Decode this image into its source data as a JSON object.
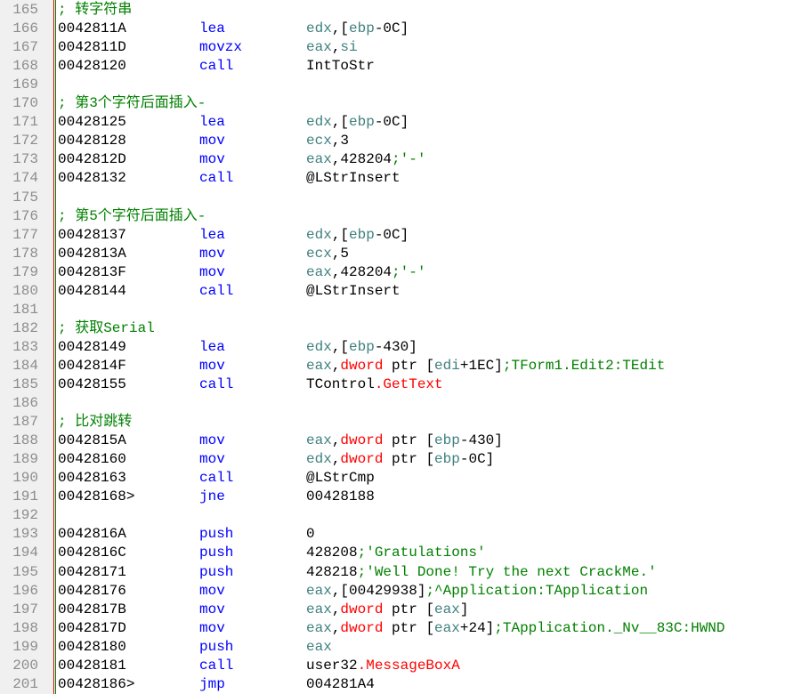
{
  "lines": [
    {
      "n": "165",
      "comment": "; 转字符串"
    },
    {
      "n": "166",
      "addr": "0042811A",
      "mn": "lea",
      "ops": [
        [
          "r",
          "edx"
        ],
        [
          "p",
          ",["
        ],
        [
          "r",
          "ebp"
        ],
        [
          "p",
          "-0C]"
        ]
      ]
    },
    {
      "n": "167",
      "addr": "0042811D",
      "mn": "movzx",
      "ops": [
        [
          "r",
          "eax"
        ],
        [
          "p",
          ","
        ],
        [
          "r",
          "si"
        ]
      ]
    },
    {
      "n": "168",
      "addr": "00428120",
      "mn": "call",
      "ops": [
        [
          "p",
          "IntToStr"
        ]
      ]
    },
    {
      "n": "169"
    },
    {
      "n": "170",
      "comment": "; 第3个字符后面插入-"
    },
    {
      "n": "171",
      "addr": "00428125",
      "mn": "lea",
      "ops": [
        [
          "r",
          "edx"
        ],
        [
          "p",
          ",["
        ],
        [
          "r",
          "ebp"
        ],
        [
          "p",
          "-0C]"
        ]
      ]
    },
    {
      "n": "172",
      "addr": "00428128",
      "mn": "mov",
      "ops": [
        [
          "r",
          "ecx"
        ],
        [
          "p",
          ",3"
        ]
      ]
    },
    {
      "n": "173",
      "addr": "0042812D",
      "mn": "mov",
      "ops": [
        [
          "r",
          "eax"
        ],
        [
          "p",
          ",428204"
        ],
        [
          "c",
          ";'-'"
        ]
      ]
    },
    {
      "n": "174",
      "addr": "00428132",
      "mn": "call",
      "ops": [
        [
          "p",
          "@LStrInsert"
        ]
      ]
    },
    {
      "n": "175"
    },
    {
      "n": "176",
      "comment": "; 第5个字符后面插入-"
    },
    {
      "n": "177",
      "addr": "00428137",
      "mn": "lea",
      "ops": [
        [
          "r",
          "edx"
        ],
        [
          "p",
          ",["
        ],
        [
          "r",
          "ebp"
        ],
        [
          "p",
          "-0C]"
        ]
      ]
    },
    {
      "n": "178",
      "addr": "0042813A",
      "mn": "mov",
      "ops": [
        [
          "r",
          "ecx"
        ],
        [
          "p",
          ",5"
        ]
      ]
    },
    {
      "n": "179",
      "addr": "0042813F",
      "mn": "mov",
      "ops": [
        [
          "r",
          "eax"
        ],
        [
          "p",
          ",428204"
        ],
        [
          "c",
          ";'-'"
        ]
      ]
    },
    {
      "n": "180",
      "addr": "00428144",
      "mn": "call",
      "ops": [
        [
          "p",
          "@LStrInsert"
        ]
      ]
    },
    {
      "n": "181"
    },
    {
      "n": "182",
      "comment": "; 获取Serial"
    },
    {
      "n": "183",
      "addr": "00428149",
      "mn": "lea",
      "ops": [
        [
          "r",
          "edx"
        ],
        [
          "p",
          ",["
        ],
        [
          "r",
          "ebp"
        ],
        [
          "p",
          "-430]"
        ]
      ]
    },
    {
      "n": "184",
      "addr": "0042814F",
      "mn": "mov",
      "ops": [
        [
          "r",
          "eax"
        ],
        [
          "p",
          ","
        ],
        [
          "k",
          "dword"
        ],
        [
          "p",
          " ptr ["
        ],
        [
          "r",
          "edi"
        ],
        [
          "p",
          "+1EC]"
        ],
        [
          "c",
          ";TForm1.Edit2:TEdit"
        ]
      ]
    },
    {
      "n": "185",
      "addr": "00428155",
      "mn": "call",
      "ops": [
        [
          "p",
          "TControl"
        ],
        [
          "k",
          ".GetText"
        ]
      ]
    },
    {
      "n": "186"
    },
    {
      "n": "187",
      "comment": "; 比对跳转"
    },
    {
      "n": "188",
      "addr": "0042815A",
      "mn": "mov",
      "ops": [
        [
          "r",
          "eax"
        ],
        [
          "p",
          ","
        ],
        [
          "k",
          "dword"
        ],
        [
          "p",
          " ptr ["
        ],
        [
          "r",
          "ebp"
        ],
        [
          "p",
          "-430]"
        ]
      ]
    },
    {
      "n": "189",
      "addr": "00428160",
      "mn": "mov",
      "ops": [
        [
          "r",
          "edx"
        ],
        [
          "p",
          ","
        ],
        [
          "k",
          "dword"
        ],
        [
          "p",
          " ptr ["
        ],
        [
          "r",
          "ebp"
        ],
        [
          "p",
          "-0C]"
        ]
      ]
    },
    {
      "n": "190",
      "addr": "00428163",
      "mn": "call",
      "ops": [
        [
          "p",
          "@LStrCmp"
        ]
      ]
    },
    {
      "n": "191",
      "addr": "00428168>",
      "mn": "jne",
      "ops": [
        [
          "p",
          "00428188"
        ]
      ]
    },
    {
      "n": "192"
    },
    {
      "n": "193",
      "addr": "0042816A",
      "mn": "push",
      "ops": [
        [
          "p",
          "0"
        ]
      ]
    },
    {
      "n": "194",
      "addr": "0042816C",
      "mn": "push",
      "ops": [
        [
          "p",
          "428208"
        ],
        [
          "c",
          ";'Gratulations'"
        ]
      ]
    },
    {
      "n": "195",
      "addr": "00428171",
      "mn": "push",
      "ops": [
        [
          "p",
          "428218"
        ],
        [
          "c",
          ";'Well Done! Try the next CrackMe.'"
        ]
      ]
    },
    {
      "n": "196",
      "addr": "00428176",
      "mn": "mov",
      "ops": [
        [
          "r",
          "eax"
        ],
        [
          "p",
          ",[00429938]"
        ],
        [
          "c",
          ";^Application:TApplication"
        ]
      ]
    },
    {
      "n": "197",
      "addr": "0042817B",
      "mn": "mov",
      "ops": [
        [
          "r",
          "eax"
        ],
        [
          "p",
          ","
        ],
        [
          "k",
          "dword"
        ],
        [
          "p",
          " ptr ["
        ],
        [
          "r",
          "eax"
        ],
        [
          "p",
          "]"
        ]
      ]
    },
    {
      "n": "198",
      "addr": "0042817D",
      "mn": "mov",
      "ops": [
        [
          "r",
          "eax"
        ],
        [
          "p",
          ","
        ],
        [
          "k",
          "dword"
        ],
        [
          "p",
          " ptr ["
        ],
        [
          "r",
          "eax"
        ],
        [
          "p",
          "+24]"
        ],
        [
          "c",
          ";TApplication._Nv__83C:HWND"
        ]
      ]
    },
    {
      "n": "199",
      "addr": "00428180",
      "mn": "push",
      "ops": [
        [
          "r",
          "eax"
        ]
      ]
    },
    {
      "n": "200",
      "addr": "00428181",
      "mn": "call",
      "ops": [
        [
          "p",
          "user32"
        ],
        [
          "k",
          ".MessageBoxA"
        ]
      ]
    },
    {
      "n": "201",
      "addr": "00428186>",
      "mn": "jmp",
      "ops": [
        [
          "p",
          "004281A4"
        ]
      ]
    }
  ]
}
